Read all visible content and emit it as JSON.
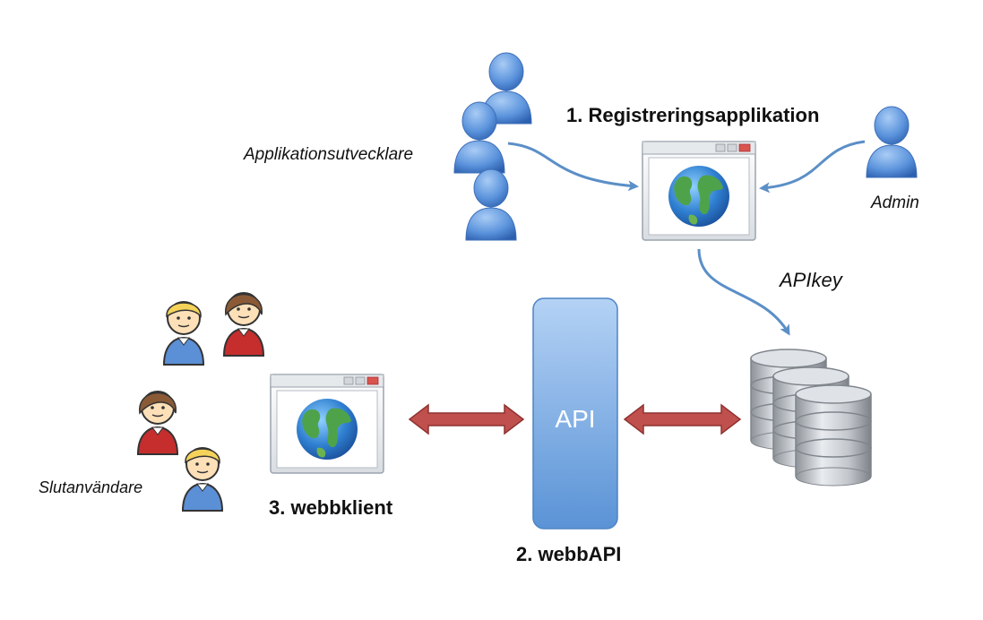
{
  "labels": {
    "developers": "Applikationsutvecklare",
    "registration_app": "1. Registreringsapplikation",
    "admin": "Admin",
    "apikey": "APIkey",
    "end_users": "Slutanvändare",
    "web_client": "3. webbklient",
    "api_box": "API",
    "web_api": "2. webbAPI"
  },
  "colors": {
    "arrow_blue": "#5b8fc7",
    "arrow_red": "#c0504d",
    "api_box_top": "#a8c8f0",
    "api_box_bottom": "#5c95d8",
    "person_blue": "#4a86d8"
  }
}
